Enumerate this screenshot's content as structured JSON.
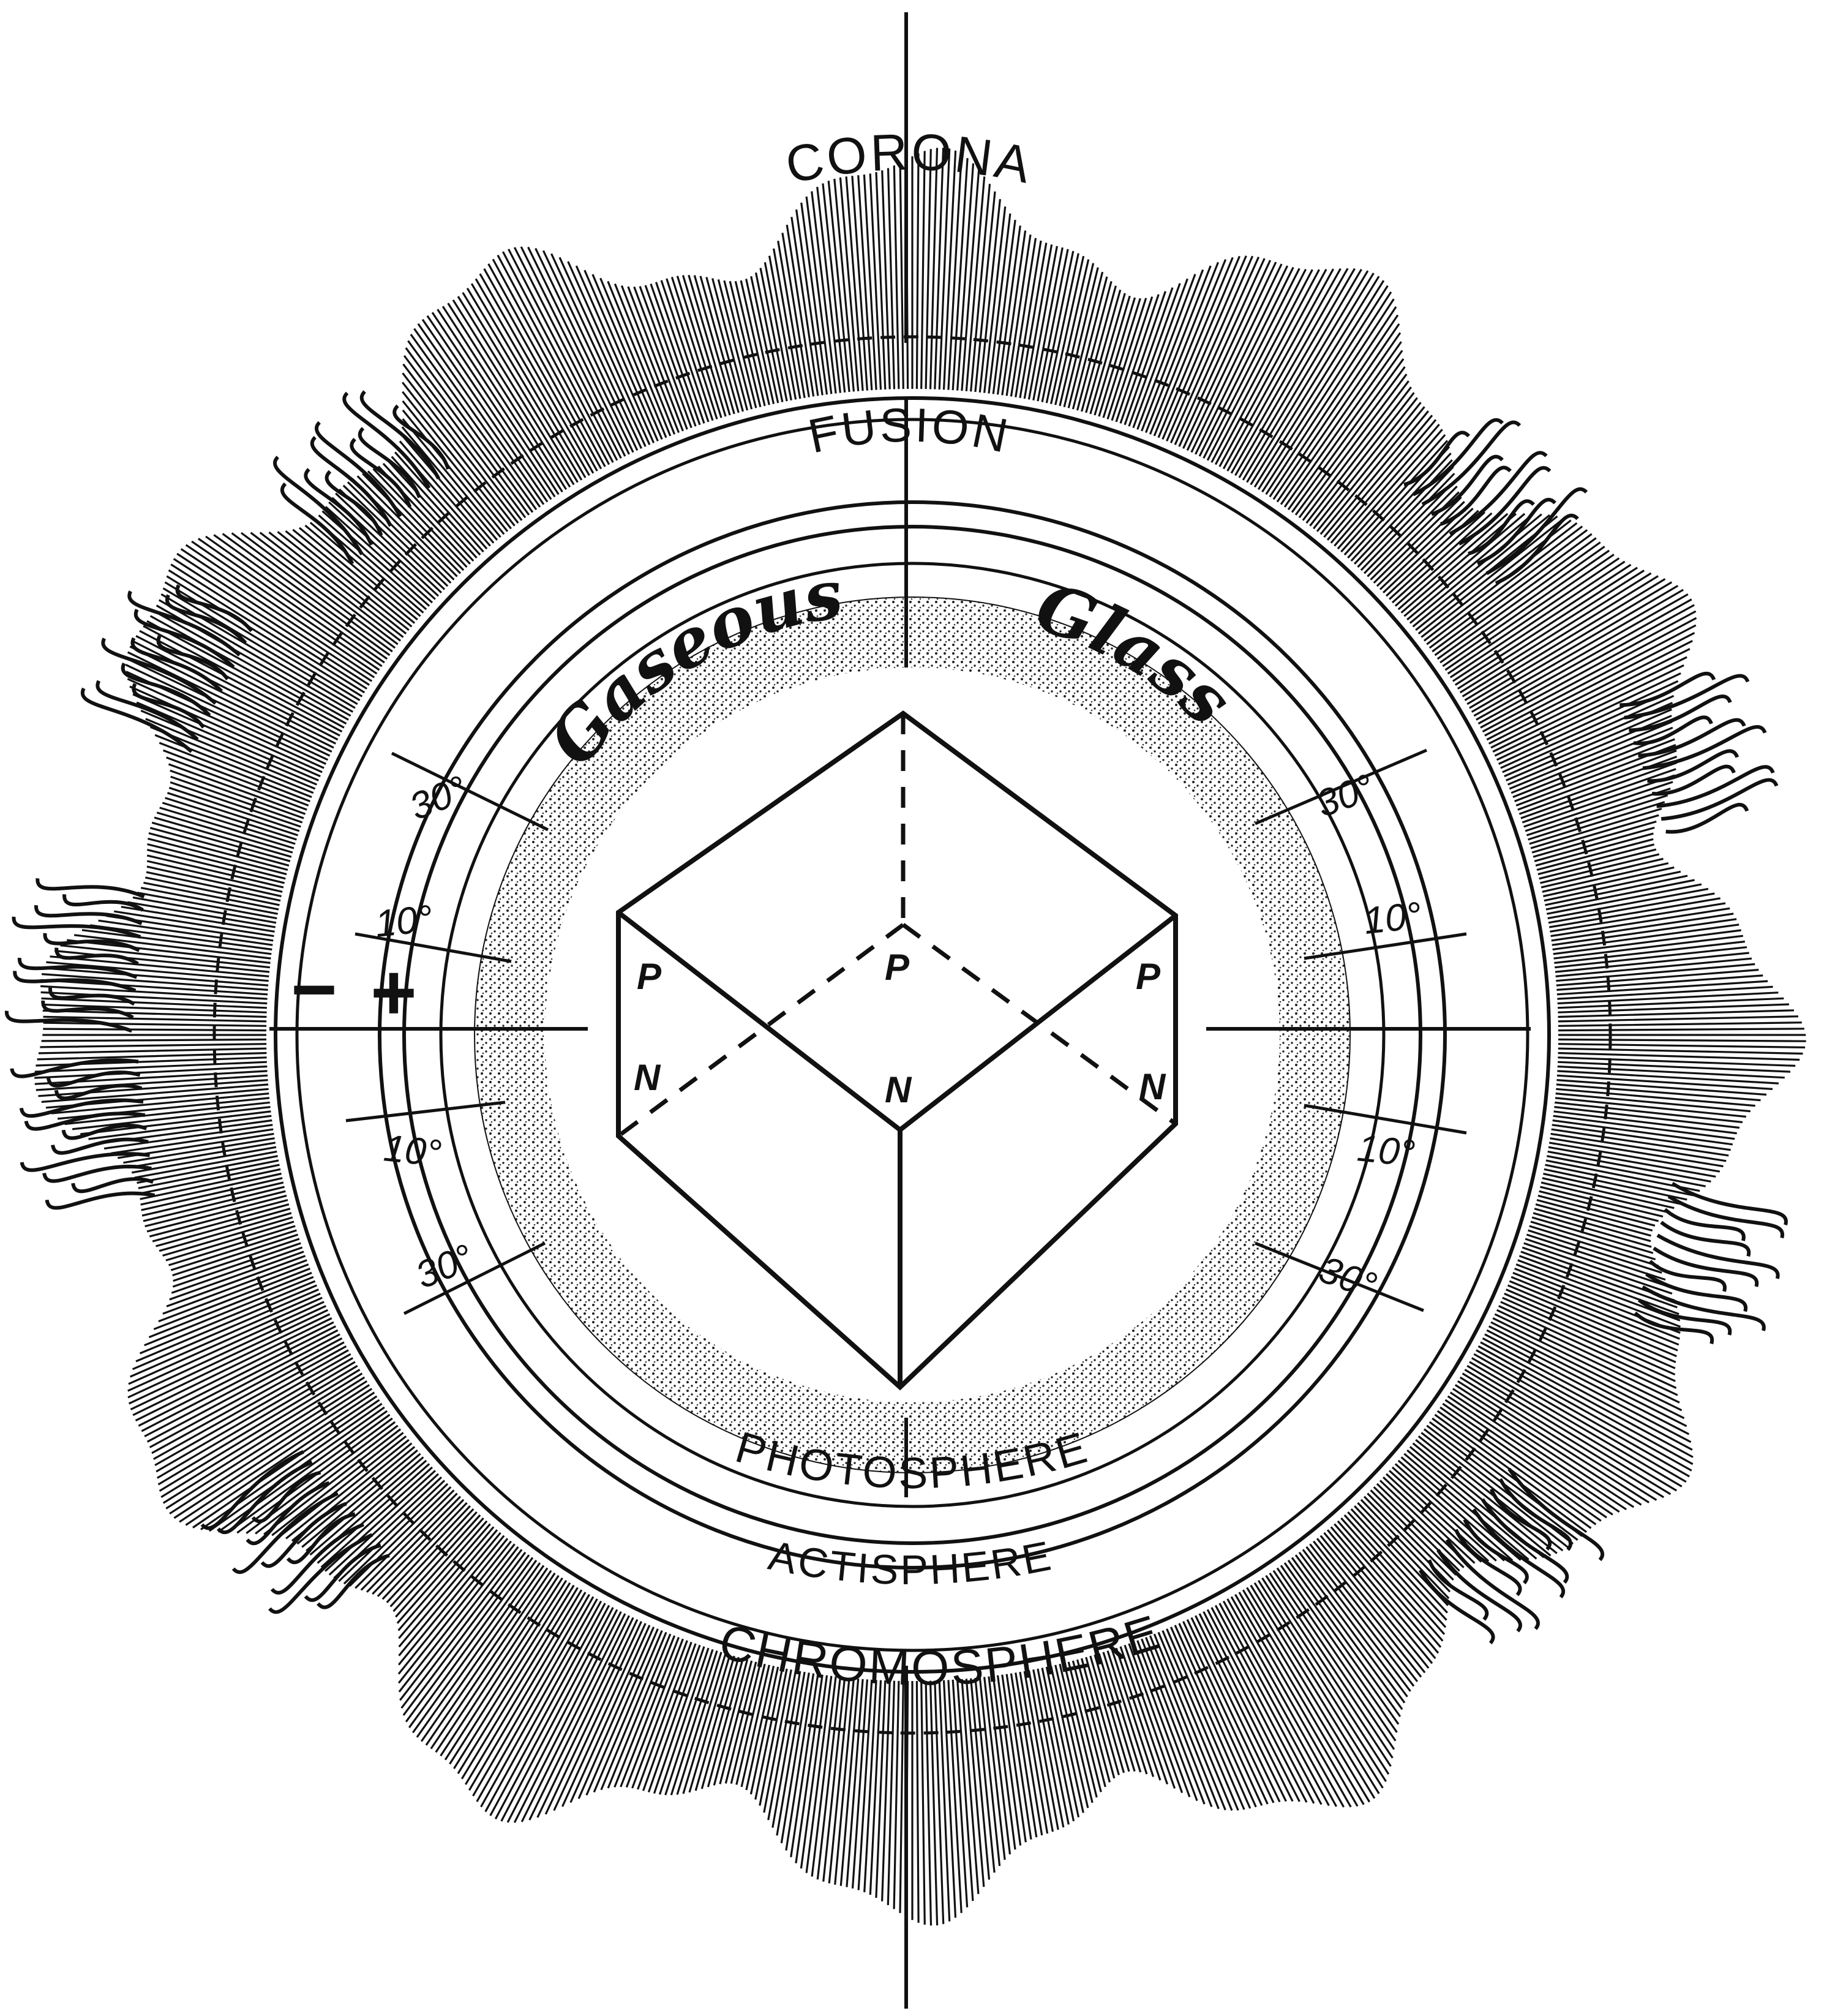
{
  "labels": {
    "corona": "CORONA",
    "fusion": "FUSION",
    "gaseous": "Gaseous",
    "glass": "Glass",
    "photosphere": "PHOTOSPHERE",
    "actisphere": "ACTISPHERE",
    "chromosphere": "CHROMOSPHERE"
  },
  "degrees": {
    "upper_left_30": "30°",
    "upper_left_10": "10°",
    "lower_left_10": "10°",
    "lower_left_30": "30°",
    "upper_right_30": "30°",
    "upper_right_10": "10°",
    "lower_right_10": "10°",
    "lower_right_30": "30°"
  },
  "signs": {
    "minus": "−",
    "plus": "+"
  },
  "cube": {
    "left_p": "P",
    "left_n": "N",
    "center_p": "P",
    "center_n": "N",
    "right_p": "P",
    "right_n": "N"
  },
  "colors": {
    "ink": "#111111",
    "paper": "#ffffff"
  }
}
